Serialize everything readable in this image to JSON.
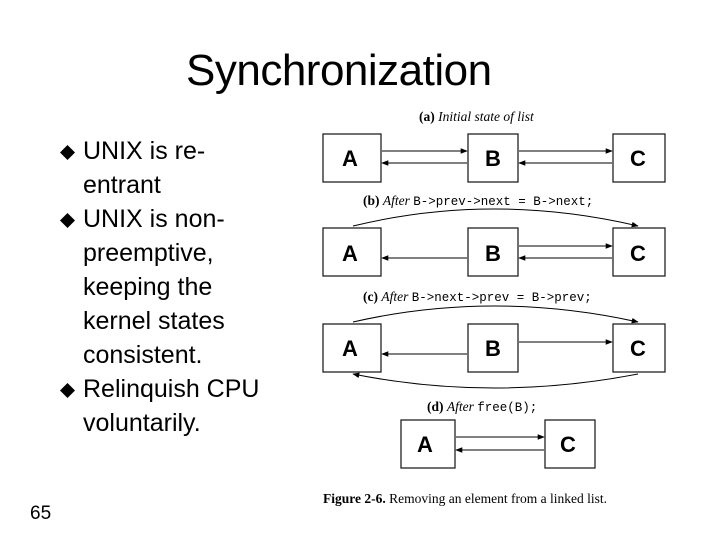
{
  "slide": {
    "title": "Synchronization",
    "bullets": [
      {
        "lines": [
          "UNIX is re-",
          "entrant"
        ]
      },
      {
        "lines": [
          "UNIX is non-",
          "preemptive,",
          "keeping the",
          "kernel states",
          "consistent."
        ]
      },
      {
        "lines": [
          "Relinquish CPU",
          "voluntarily."
        ]
      }
    ],
    "page_number": "65"
  },
  "figure": {
    "panels": [
      {
        "tag": "(a)",
        "text": "Initial state of list",
        "code": "",
        "nodes": [
          "A",
          "B",
          "C"
        ]
      },
      {
        "tag": "(b)",
        "text": "After",
        "code": "B->prev->next = B->next;",
        "nodes": [
          "A",
          "B",
          "C"
        ]
      },
      {
        "tag": "(c)",
        "text": "After",
        "code": "B->next->prev = B->prev;",
        "nodes": [
          "A",
          "B",
          "C"
        ]
      },
      {
        "tag": "(d)",
        "text": "After",
        "code": "free(B);",
        "nodes": [
          "A",
          "C"
        ]
      }
    ],
    "caption_label": "Figure 2-6.",
    "caption_text": "Removing an element from a linked list."
  },
  "colors": {
    "text": "#000000",
    "box_fill": "#ffffff",
    "box_stroke": "#222222",
    "background": "#ffffff",
    "diamond": "#000000"
  }
}
